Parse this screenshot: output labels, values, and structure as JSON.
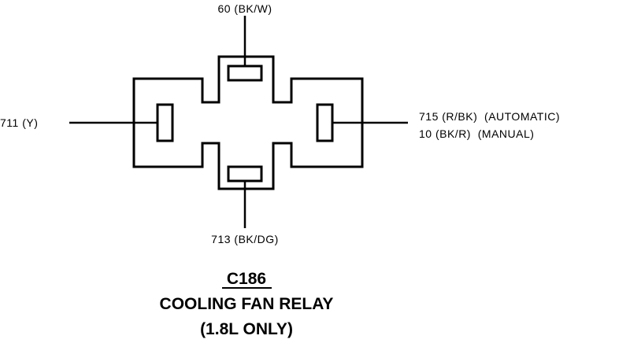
{
  "connector": {
    "id": "C186",
    "name": "COOLING FAN RELAY",
    "note": "(1.8L ONLY)"
  },
  "wires": {
    "top": "60 (BK/W)",
    "left": "711 (Y)",
    "right_line1": "715 (R/BK)  (AUTOMATIC)",
    "right_line2": "10 (BK/R)  (MANUAL)",
    "bottom": "713 (BK/DG)"
  }
}
